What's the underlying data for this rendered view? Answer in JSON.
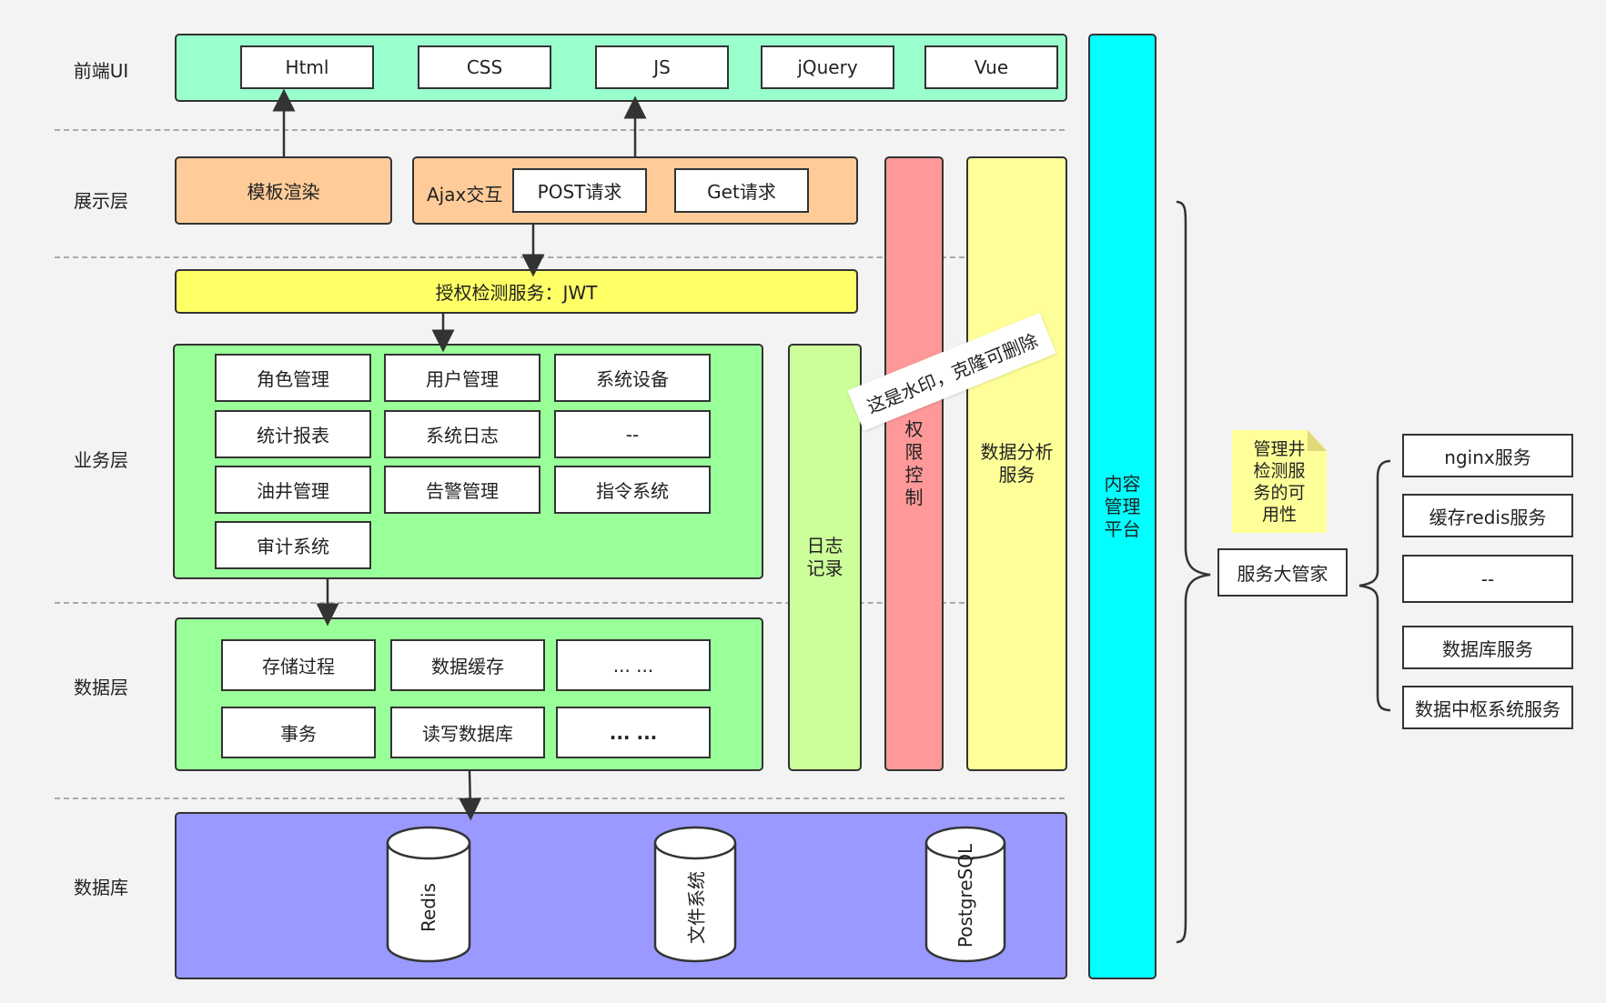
{
  "layers": {
    "frontend": "前端UI",
    "presentation": "展示层",
    "business": "业务层",
    "data": "数据层",
    "database": "数据库"
  },
  "frontend": {
    "items": [
      "Html",
      "CSS",
      "JS",
      "jQuery",
      "Vue"
    ]
  },
  "presentation": {
    "template": "模板渲染",
    "ajax": "Ajax交互",
    "post": "POST请求",
    "get": "Get请求"
  },
  "auth": "授权检测服务：JWT",
  "business": {
    "items": [
      "角色管理",
      "用户管理",
      "系统设备",
      "统计报表",
      "系统日志",
      "--",
      "油井管理",
      "告警管理",
      "指令系统",
      "审计系统"
    ]
  },
  "data_layer": {
    "items": [
      "存储过程",
      "数据缓存",
      "... ...",
      "事务",
      "读写数据库",
      "... ..."
    ]
  },
  "database": {
    "items": [
      "Redis",
      "文件系统",
      "PostgreSQL"
    ]
  },
  "side": {
    "log": "日志\n记录",
    "permission": "权\n限\n控\n制",
    "analytics": "数据分析\n服务",
    "cms": "内容\n管理\n平台"
  },
  "watermark": "这是水印，克隆可删除",
  "services": {
    "note": "管理井\n检测服\n务的可\n用性",
    "manager": "服务大管家",
    "items": [
      "nginx服务",
      "缓存redis服务",
      "--",
      "数据库服务",
      "数据中枢系统服务"
    ]
  },
  "colors": {
    "frontend": "#99ffcc",
    "presentation": "#ffcc99",
    "auth": "#ffff66",
    "green": "#99ff99",
    "log": "#ccff99",
    "permission": "#ff9999",
    "analytics": "#ffff99",
    "cms": "#00ffff",
    "database": "#9999ff",
    "note": "#ffff99"
  }
}
